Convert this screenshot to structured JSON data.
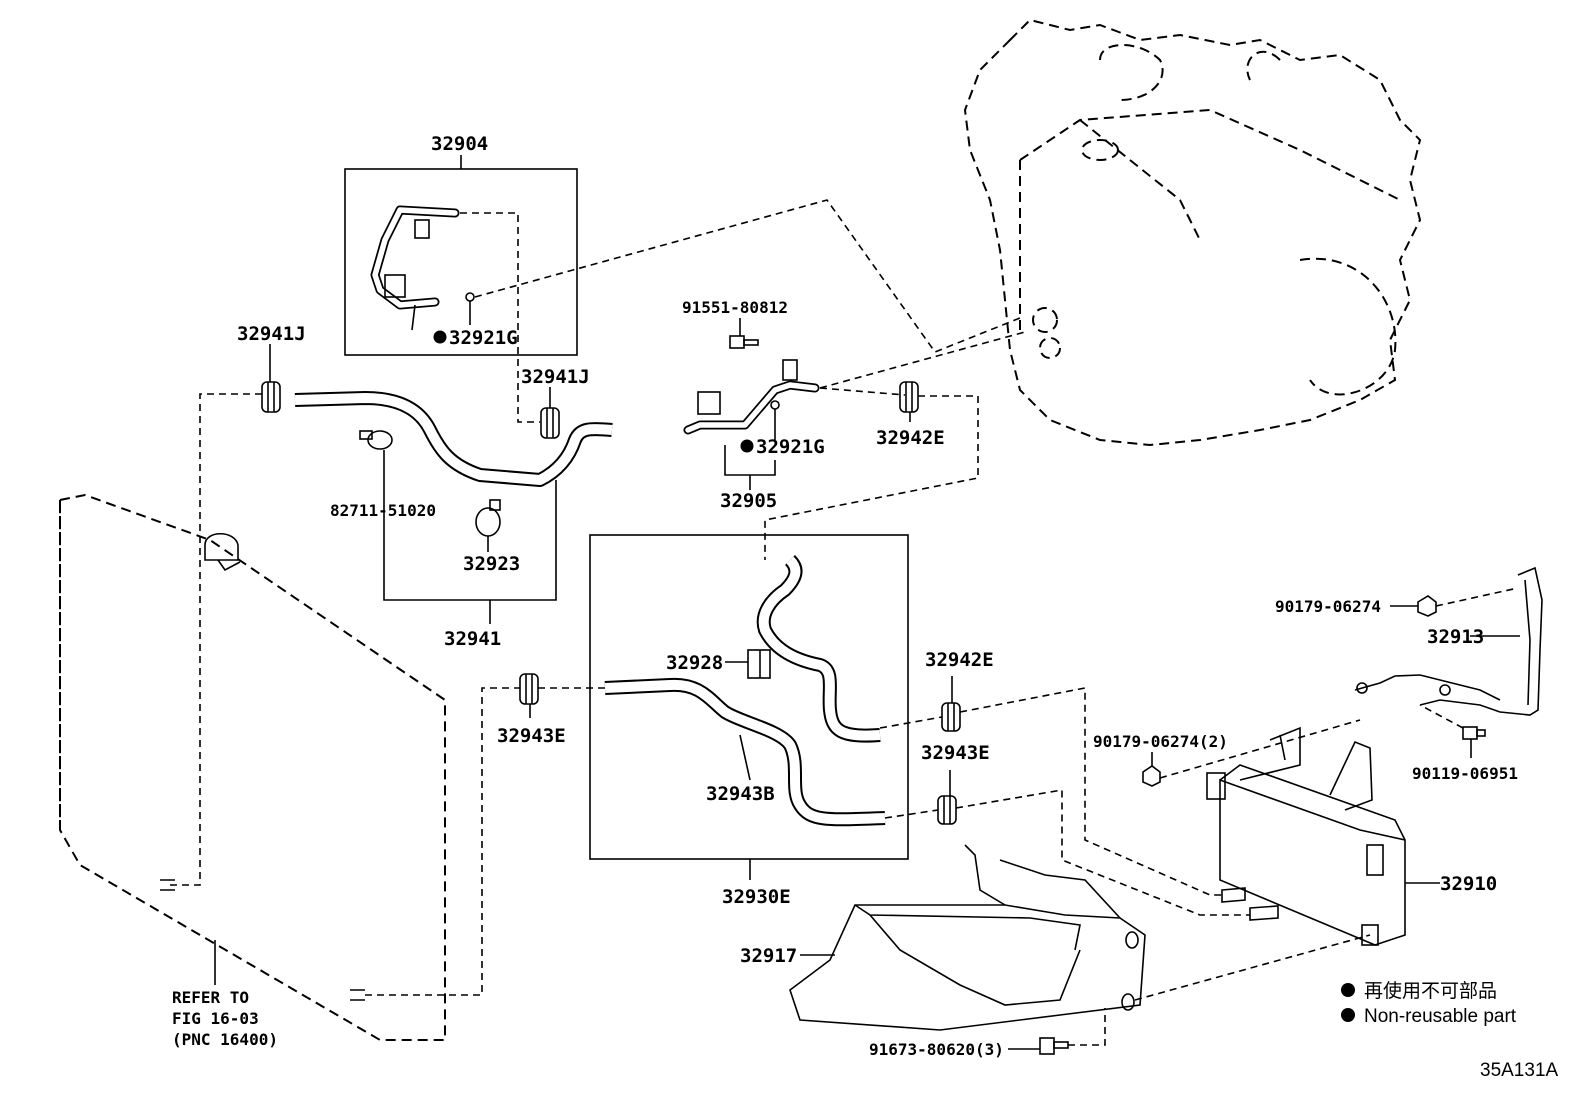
{
  "diagram_id": "35A131A",
  "legend": {
    "line1": "再使用不可部品",
    "line2": "Non-reusable part"
  },
  "refer": {
    "line1": "REFER TO",
    "line2": "FIG 16-03",
    "line3": "(PNC 16400)"
  },
  "parts": {
    "p32904": "32904",
    "p32921G_a": "32921G",
    "p32921G_b": "32921G",
    "p32941J_a": "32941J",
    "p32941J_b": "32941J",
    "p82711": "82711-51020",
    "p32923": "32923",
    "p32941": "32941",
    "p91551": "91551-80812",
    "p32905": "32905",
    "p32942E_a": "32942E",
    "p32942E_b": "32942E",
    "p32928": "32928",
    "p32943E_a": "32943E",
    "p32943E_b": "32943E",
    "p32943B": "32943B",
    "p32930E": "32930E",
    "p90179_a": "90179-06274",
    "p32913": "32913",
    "p90179_b": "90179-06274(2)",
    "p90119": "90119-06951",
    "p32910": "32910",
    "p32917": "32917",
    "p91673": "91673-80620(3)"
  }
}
